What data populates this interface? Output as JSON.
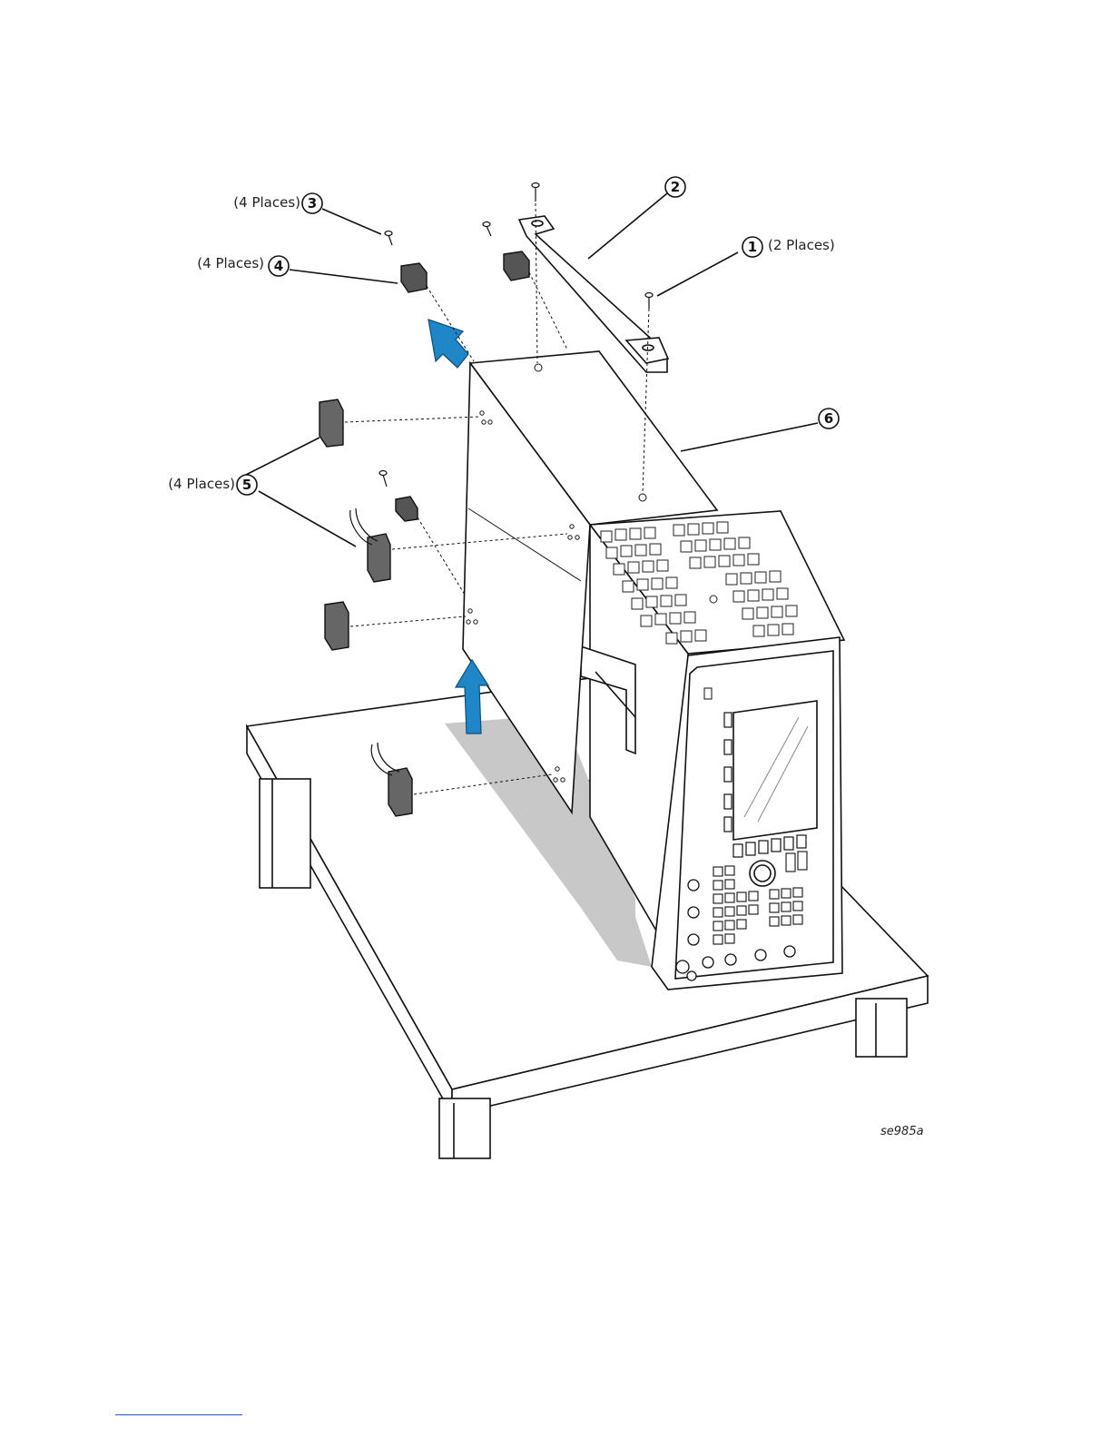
{
  "figure": {
    "id_label": "se985a",
    "callouts": [
      {
        "number": "1",
        "qualifier": "(2 Places)"
      },
      {
        "number": "2",
        "qualifier": ""
      },
      {
        "number": "3",
        "qualifier": "(4 Places)"
      },
      {
        "number": "4",
        "qualifier": "(4 Places)"
      },
      {
        "number": "5",
        "qualifier": "(4 Places)"
      },
      {
        "number": "6",
        "qualifier": ""
      }
    ]
  },
  "colors": {
    "arrow": "#1f86c8",
    "shadow": "#c8c8c8",
    "line": "#111111",
    "footer_rule": "#2b4fd6"
  }
}
